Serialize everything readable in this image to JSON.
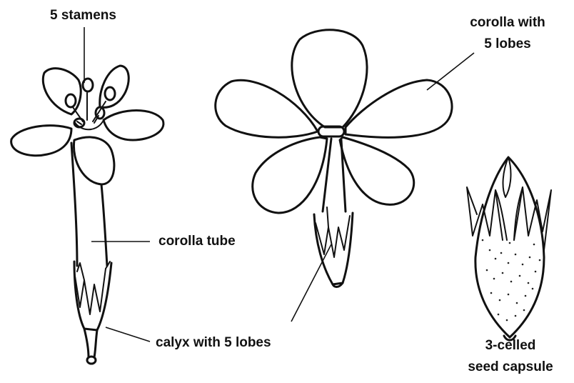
{
  "labels": {
    "stamens": "5 stamens",
    "corolla_lobes_line1": "corolla with",
    "corolla_lobes_line2": "5 lobes",
    "corolla_tube": "corolla tube",
    "calyx": "calyx with 5 lobes",
    "capsule_line1": "3-celled",
    "capsule_line2": "seed capsule"
  },
  "colors": {
    "ink": "#111111",
    "background": "#ffffff"
  }
}
